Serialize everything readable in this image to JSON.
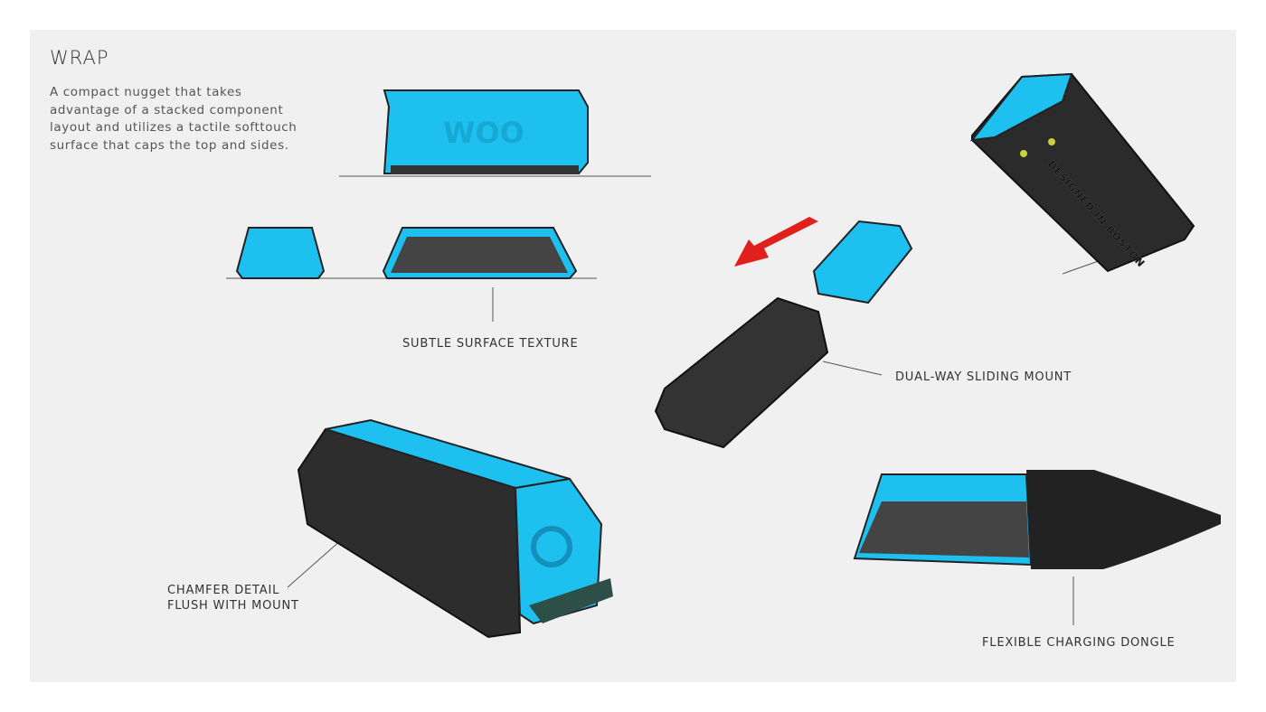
{
  "heading": "WRAP",
  "description": "A compact nugget that takes advantage of a stacked component layout and utilizes a tactile softtouch surface that caps the top and sides.",
  "callouts": {
    "texture": "SUBTLE SURFACE TEXTURE",
    "mount": "DUAL-WAY SLIDING MOUNT",
    "chamfer_1": "CHAMFER DETAIL",
    "chamfer_2": "FLUSH WITH MOUNT",
    "dongle": "FLEXIBLE CHARGING DONGLE"
  },
  "product_lettering": {
    "logo": "WOO",
    "underside": "DESIGNED IN BOSTON"
  },
  "colors": {
    "background": "#f0f0f0",
    "cap_blue": "#1ec0ef",
    "body_dark": "#2d2d2d",
    "arrow_red": "#e0201c",
    "led": "#c8d23a"
  }
}
